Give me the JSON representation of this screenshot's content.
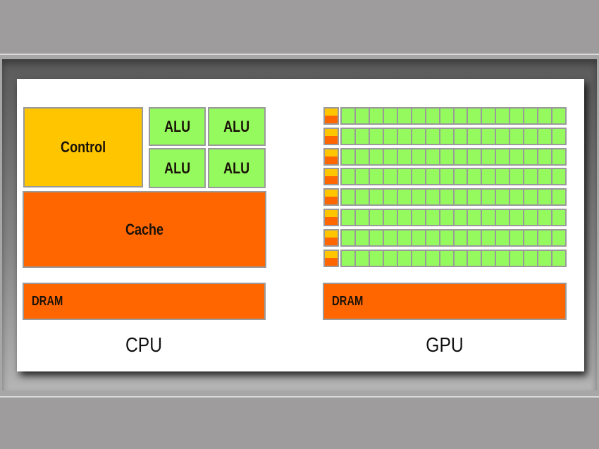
{
  "diagram": {
    "cpu": {
      "title": "CPU",
      "control_label": "Control",
      "alu_labels": [
        "ALU",
        "ALU",
        "ALU",
        "ALU"
      ],
      "cache_label": "Cache",
      "dram_label": "DRAM"
    },
    "gpu": {
      "title": "GPU",
      "rows": 8,
      "cells_per_row": 16,
      "dram_label": "DRAM"
    },
    "colors": {
      "control": "#ffc600",
      "alu": "#95fa5e",
      "cache": "#ff6600",
      "dram": "#ff6600",
      "border": "#9a9a9a",
      "background": "#9e9c9d"
    }
  }
}
